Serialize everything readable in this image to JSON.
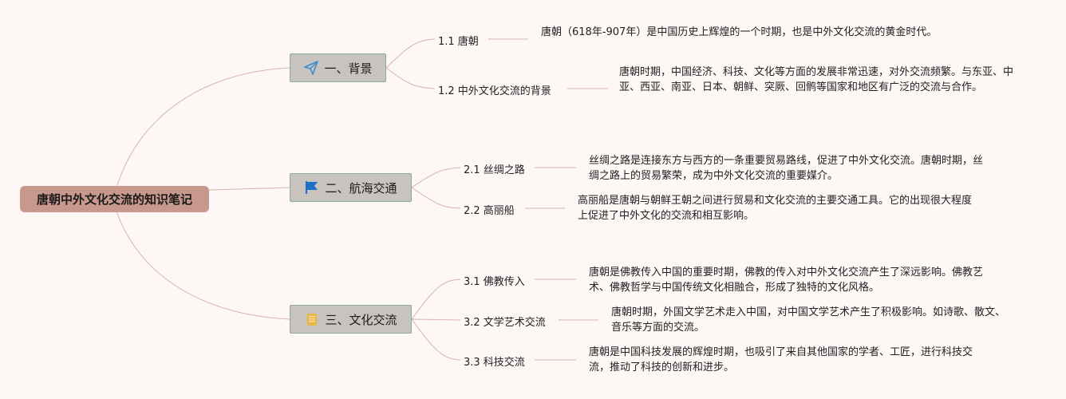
{
  "root": {
    "label": "唐朝中外文化交流的知识笔记"
  },
  "branches": [
    {
      "label": "一、背景",
      "icon": "paper-plane-icon",
      "subs": [
        {
          "label": "1.1 唐朝",
          "text": "唐朝（618年-907年）是中国历史上辉煌的一个时期，也是中外文化交流的黄金时代。"
        },
        {
          "label": "1.2 中外文化交流的背景",
          "text": "唐朝时期，中国经济、科技、文化等方面的发展非常迅速，对外交流频繁。与东亚、中亚、西亚、南亚、日本、朝鲜、突厥、回鹘等国家和地区有广泛的交流与合作。"
        }
      ]
    },
    {
      "label": "二、航海交通",
      "icon": "flag-icon",
      "subs": [
        {
          "label": "2.1 丝绸之路",
          "text": "丝绸之路是连接东方与西方的一条重要贸易路线，促进了中外文化交流。唐朝时期，丝绸之路上的贸易繁荣，成为中外文化交流的重要媒介。"
        },
        {
          "label": "2.2 高丽船",
          "text": "高丽船是唐朝与朝鲜王朝之间进行贸易和文化交流的主要交通工具。它的出现很大程度上促进了中外文化的交流和相互影响。"
        }
      ]
    },
    {
      "label": "三、文化交流",
      "icon": "book-icon",
      "subs": [
        {
          "label": "3.1 佛教传入",
          "text": "唐朝是佛教传入中国的重要时期，佛教的传入对中外文化交流产生了深远影响。佛教艺术、佛教哲学与中国传统文化相融合，形成了独特的文化风格。"
        },
        {
          "label": "3.2 文学艺术交流",
          "text": "唐朝时期，外国文学艺术走入中国，对中国文学艺术产生了积极影响。如诗歌、散文、音乐等方面的交流。"
        },
        {
          "label": "3.3 科技交流",
          "text": "唐朝是中国科技发展的辉煌时期，也吸引了来自其他国家的学者、工匠，进行科技交流，推动了科技的创新和进步。"
        }
      ]
    }
  ],
  "colors": {
    "background": "#fdf7f6",
    "root": "#c8988c",
    "branch_fill": "#c9c3c0",
    "branch_border": "#86aaa5",
    "connector": "#d8b4ac"
  }
}
